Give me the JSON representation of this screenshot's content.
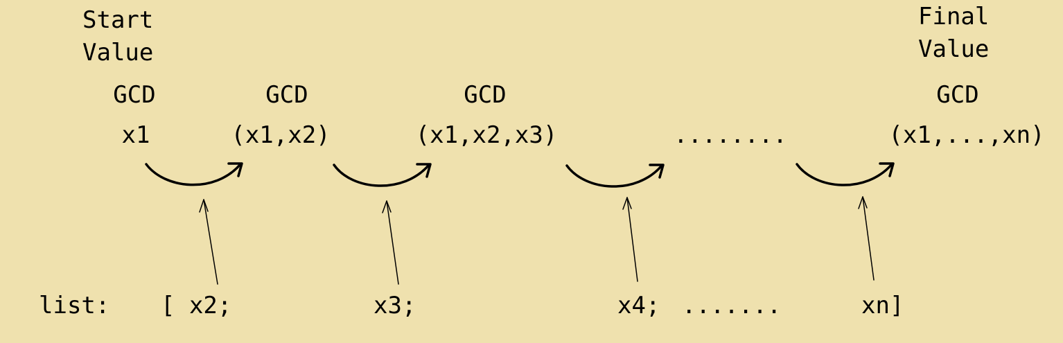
{
  "start_label": [
    "Start",
    "Value"
  ],
  "final_label": [
    "Final",
    "Value"
  ],
  "gcd_word": "GCD",
  "values": {
    "v1": "x1",
    "v2": "(x1,x2)",
    "v3": "(x1,x2,x3)",
    "ellipsis": "........",
    "vn": "(x1,...,xn)"
  },
  "list": {
    "label": "list:",
    "item_x2": "[ x2;",
    "item_x3": "x3;",
    "item_x4": "x4;",
    "dots": ".......",
    "item_xn": "xn]"
  }
}
